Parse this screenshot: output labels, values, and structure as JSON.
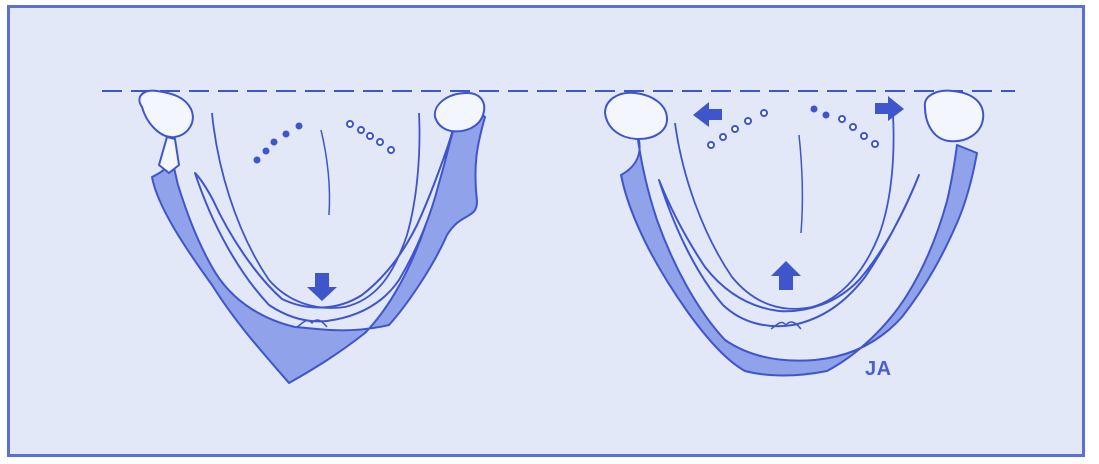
{
  "figure": {
    "artist_initials": "JA",
    "panels": [
      {
        "name": "left-mandible",
        "arrows": [
          "down"
        ]
      },
      {
        "name": "right-mandible",
        "arrows": [
          "up",
          "left",
          "right"
        ]
      }
    ],
    "colors": {
      "background": "#e3e8f8",
      "border": "#5a6fd8",
      "bone_fill": "#8fa2ea",
      "outline": "#3f55cc",
      "condyle_fill": "#f4f6fd"
    }
  }
}
